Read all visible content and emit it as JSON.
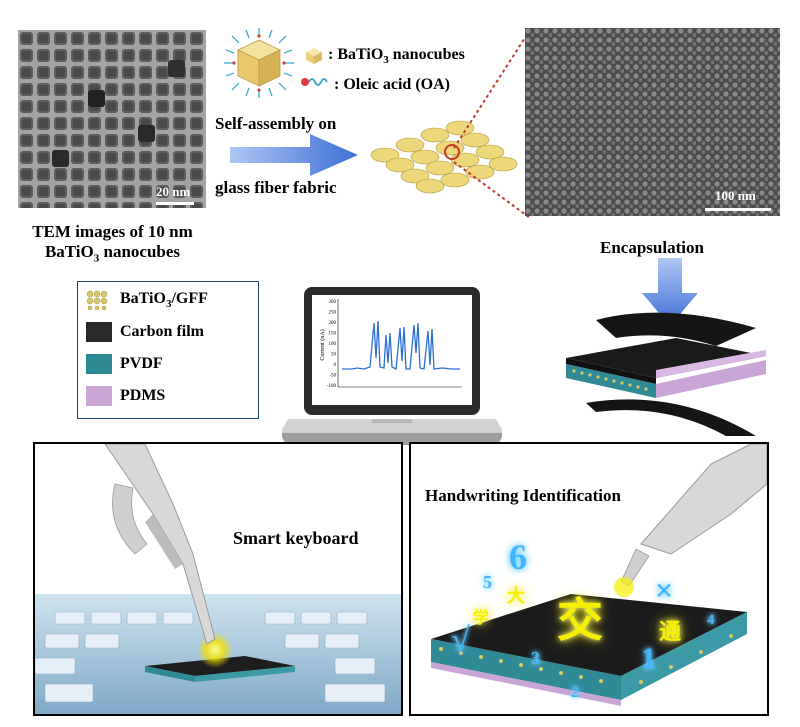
{
  "tem": {
    "scale": "20 nm",
    "caption_line1": "TEM images of 10 nm",
    "caption_line2_pre": "BaTiO",
    "caption_line2_sub": "3",
    "caption_line2_post": " nanocubes"
  },
  "sem": {
    "scale": "100 nm"
  },
  "key": {
    "nanocubes_pre": ": BaTiO",
    "nanocubes_sub": "3",
    "nanocubes_post": " nanocubes",
    "oleic": ": Oleic acid (OA)"
  },
  "arrow": {
    "line1": "Self-assembly on",
    "line2": "glass fiber fabric"
  },
  "encapsulation": "Encapsulation",
  "legend": {
    "items": [
      {
        "pre": "BaTiO",
        "sub": "3",
        "post": "/GFF",
        "color": "#d9c86a"
      },
      {
        "pre": "Carbon film",
        "sub": "",
        "post": "",
        "color": "#2a2a2a"
      },
      {
        "pre": "PVDF",
        "sub": "",
        "post": "",
        "color": "#2f8a96"
      },
      {
        "pre": "PDMS",
        "sub": "",
        "post": "",
        "color": "#c9a6d6"
      }
    ]
  },
  "laptop_chart": {
    "ylabel": "Current (nA)",
    "ticks": [
      "300",
      "250",
      "200",
      "150",
      "100",
      "50",
      "0",
      "-50",
      "-100"
    ]
  },
  "panels": {
    "keyboard": "Smart keyboard",
    "handwriting": "Handwriting Identification"
  },
  "handwriting_chars": {
    "six": "6",
    "five": "5",
    "da": "大",
    "xue": "学",
    "jiao": "交",
    "tong": "通",
    "times": "×",
    "check": "√",
    "three": "3",
    "one": "1",
    "two": "2",
    "four": "4"
  },
  "colors": {
    "arrow_blue": "#3d6fd6",
    "accent_red": "#c0392b",
    "glow_blue": "#3fb6ff",
    "glow_yellow": "#f6f000"
  }
}
